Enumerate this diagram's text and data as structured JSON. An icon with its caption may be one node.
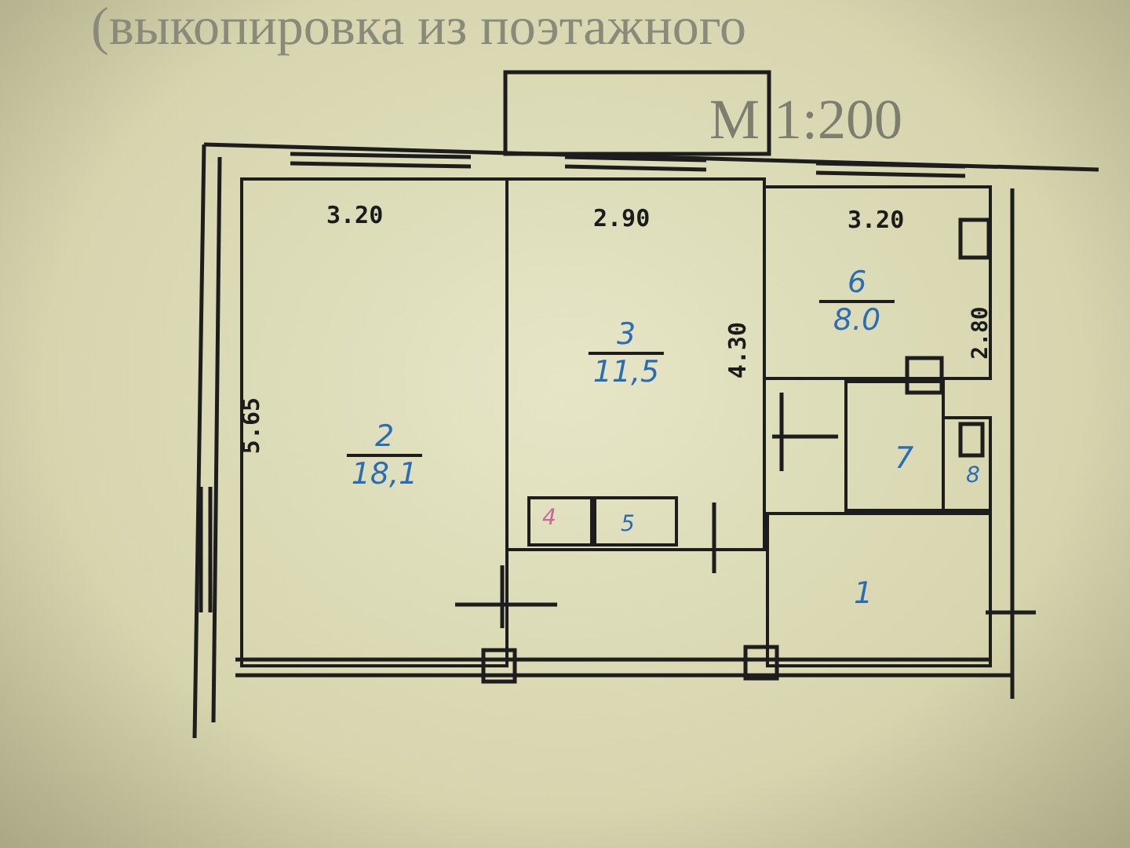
{
  "diagram": {
    "title": "(выкопировка из поэтажного",
    "nodes": [
      {
        "text": [
          "2",
          "18,1"
        ]
      },
      {
        "text": [
          "3",
          "11,5"
        ]
      },
      {
        "text": [
          "6",
          "8.0"
        ]
      },
      {
        "text": [
          "7"
        ]
      },
      {
        "text": [
          "8"
        ]
      },
      {
        "text": [
          "4"
        ],
        "in": 1
      },
      {
        "text": [
          "5"
        ],
        "in": 1
      },
      {
        "text": [
          "1"
        ]
      }
    ],
    "labels": [
      "М 1:200",
      "3.20",
      "2.90",
      "3.20",
      "5.65",
      "4.30",
      "2.80"
    ]
  }
}
